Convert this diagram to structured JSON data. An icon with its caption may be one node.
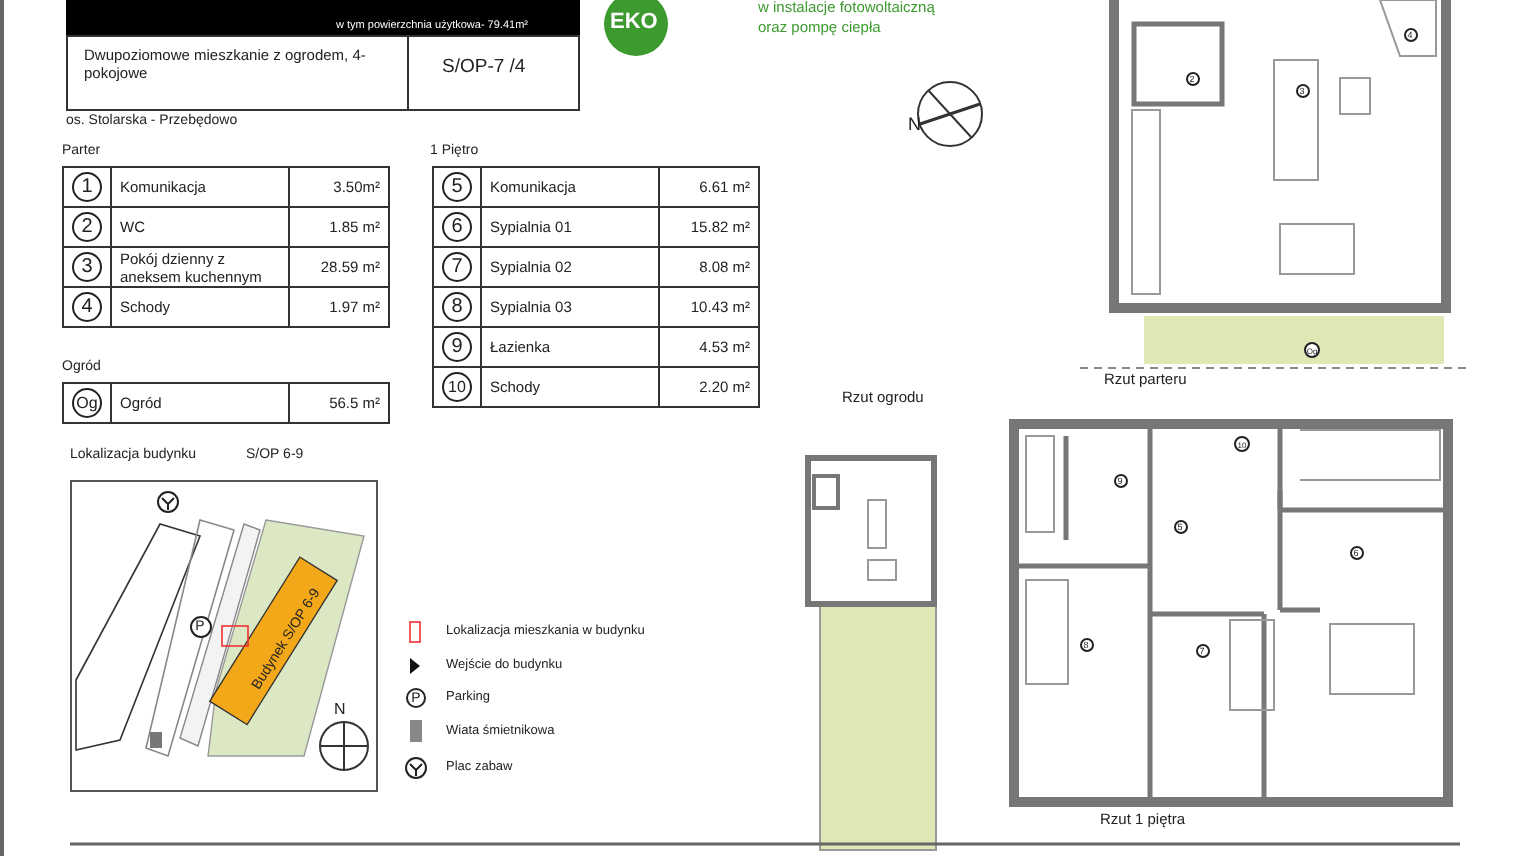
{
  "diagram": {
    "labels": [
      "w tym powierzchnia użytkowa- 79.41m²",
      "EKO",
      "w instalacje fotowoltaiczną",
      "oraz pompę ciepła",
      "Dwupoziomowe mieszkanie z ogrodem, 4-pokojowe",
      "S/OP-7 /4",
      "os. Stolarska - Przebędowo",
      "Parter",
      "1 Piętro",
      "1",
      "Komunikacja",
      "3.50m²",
      "2",
      "WC",
      "1.85 m²",
      "3",
      "Pokój dzienny z aneksem kuchennym",
      "28.59 m²",
      "4",
      "Schody",
      "1.97 m²",
      "5",
      "Komunikacja",
      "6.61 m²",
      "6",
      "Sypialnia 01",
      "15.82 m²",
      "7",
      "Sypialnia 02",
      "8.08 m²",
      "8",
      "Sypialnia 03",
      "10.43 m²",
      "9",
      "Łazienka",
      "4.53 m²",
      "10",
      "Schody",
      "2.20 m²",
      "Ogród",
      "Og",
      "Ogród",
      "56.5 m²",
      "N",
      "Rzut parteru",
      "Rzut ogrodu",
      "Lokalizacja budynku",
      "S/OP 6-9",
      "Budynek S/OP 6-9",
      "N",
      "Rzut 1 piętra",
      "2",
      "3",
      "4",
      "Og",
      "10",
      "9",
      "5",
      "6",
      "8",
      "7",
      "P",
      "P"
    ],
    "legend": [
      {
        "text": "Lokalizacja mieszkania w budynku"
      },
      {
        "text": "Wejście do budynku"
      },
      {
        "text": "Parking"
      },
      {
        "text": "Wiata śmietnikowa"
      },
      {
        "text": "Plac zabaw"
      }
    ]
  }
}
